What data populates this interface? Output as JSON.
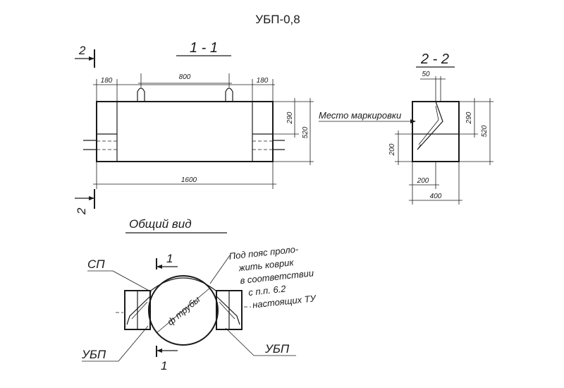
{
  "title": "УБП-0,8",
  "section_1_1": {
    "label": "1 - 1",
    "cut_label_top": "2",
    "cut_label_bottom": "2",
    "dims": {
      "left_width": "180",
      "center_span": "800",
      "right_width": "180",
      "total_length": "1600",
      "upper_height": "290",
      "total_height": "520"
    }
  },
  "section_2_2": {
    "label": "2 - 2",
    "marking_note": "Место маркировки",
    "dims": {
      "top_offset": "50",
      "upper_height": "290",
      "total_height": "520",
      "lower_left_height": "200",
      "bottom_half": "200",
      "total_width": "400"
    }
  },
  "general_view": {
    "label": "Общий вид",
    "note_lines": [
      "Под пояс проло-",
      "жить коврик",
      "в соответствии",
      "с п.п. 6.2",
      "настоящих ТУ"
    ],
    "pipe_label": "ф трубы",
    "label_sp": "СП",
    "label_ubp_left": "УБП",
    "label_ubp_right": "УБП",
    "cut_top": "1",
    "cut_bottom": "1"
  }
}
